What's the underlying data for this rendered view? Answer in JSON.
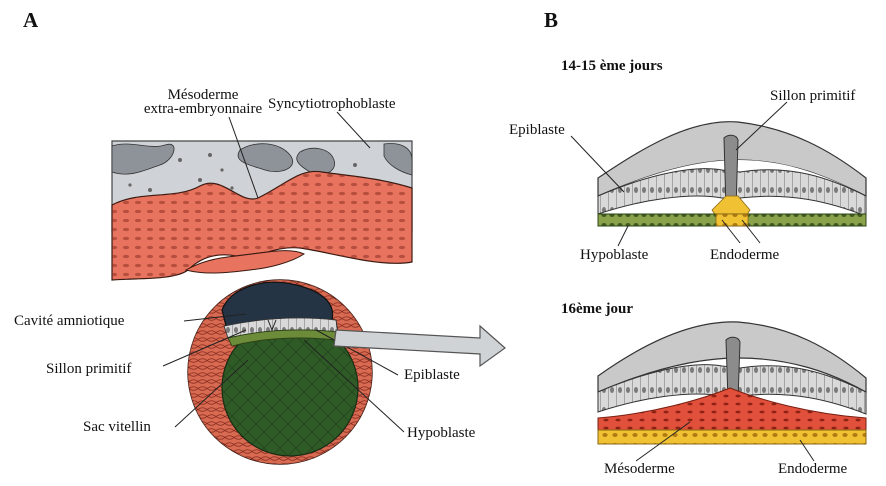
{
  "panels": {
    "a_label": "A",
    "b_label": "B"
  },
  "panel_a": {
    "labels": {
      "mesoderme_line1": "Mésoderme",
      "mesoderme_line2": "extra-embryonnaire",
      "syncytiotrophoblaste": "Syncytiotrophoblaste",
      "cavite_amniotique": "Cavité amniotique",
      "sillon_primitif": "Sillon primitif",
      "sac_vitellin": "Sac vitellin",
      "epiblaste": "Epiblaste",
      "hypoblaste": "Hypoblaste"
    }
  },
  "panel_b": {
    "top_title": "14-15 ème jours",
    "top_labels": {
      "epiblaste": "Epiblaste",
      "sillon_primitif": "Sillon primitif",
      "hypoblaste": "Hypoblaste",
      "endoderme": "Endoderme"
    },
    "bottom_title": "16ème jour",
    "bottom_labels": {
      "mesoderme": "Mésoderme",
      "endoderme": "Endoderme"
    }
  },
  "colors": {
    "trophoblast_grey": "#c9cdd2",
    "mesoderm_salmon": "#e8735e",
    "yolk_green": "#2f5b27",
    "amnion_dark": "#243445",
    "epiblast_grey": "#bdbdbd",
    "hypoblast_green": "#6d8c3a",
    "endoderm_yellow": "#f0c233",
    "arrow_grey": "#cfd3d6"
  }
}
